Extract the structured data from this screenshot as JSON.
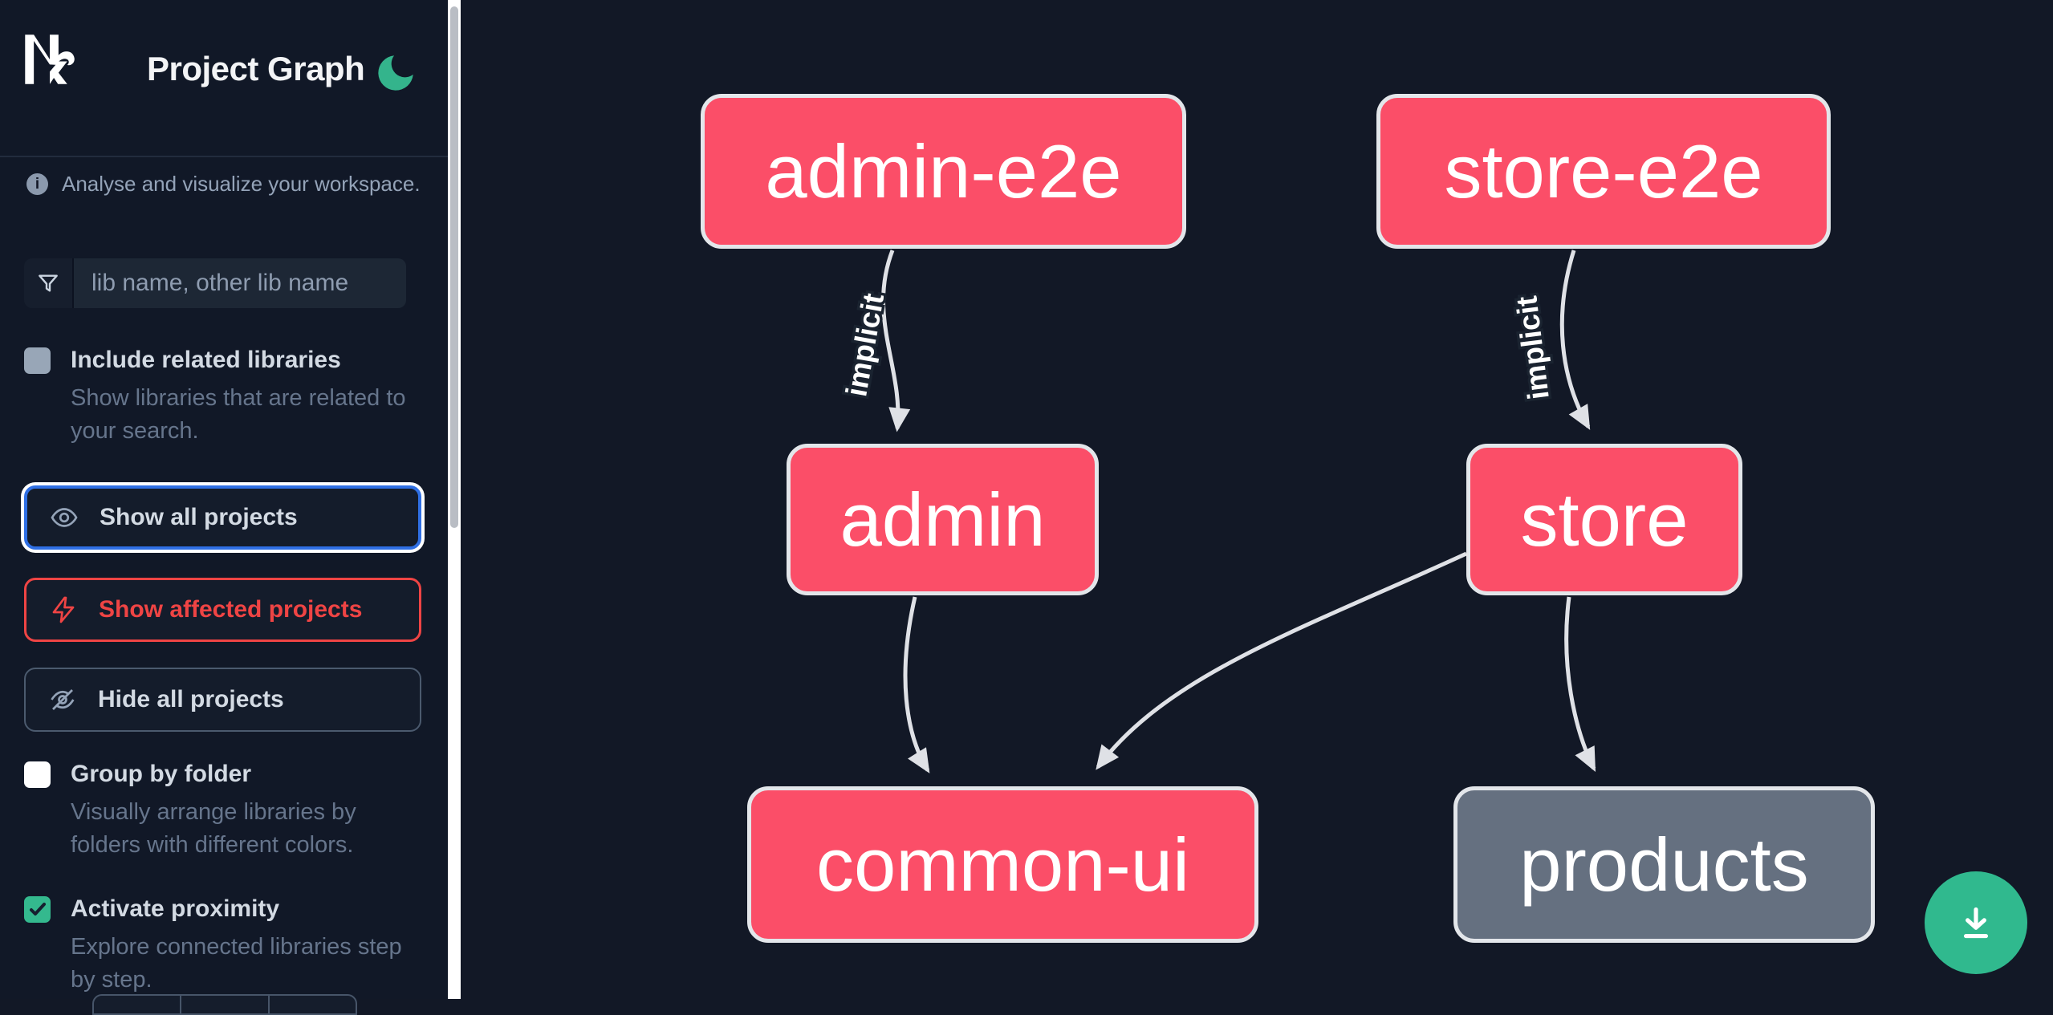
{
  "app": {
    "title": "Project Graph",
    "logo_icon": "nx-logo",
    "theme_toggle_icon": "moon-icon"
  },
  "sidebar": {
    "tagline": "Analyse and visualize your workspace.",
    "search": {
      "icon": "filter-icon",
      "placeholder": "lib name, other lib name",
      "value": ""
    },
    "toggles": [
      {
        "label": "Include related libraries",
        "description": "Show libraries that are related to your search.",
        "checked": false
      },
      {
        "label": "Group by folder",
        "description": "Visually arrange libraries by folders with different colors.",
        "checked": false
      },
      {
        "label": "Activate proximity",
        "description": "Explore connected libraries step by step.",
        "checked": true
      }
    ],
    "actions": [
      {
        "label": "Show all projects",
        "icon": "eye-icon",
        "state": "focused"
      },
      {
        "label": "Show affected projects",
        "icon": "zap-icon",
        "state": "affected"
      },
      {
        "label": "Hide all projects",
        "icon": "eye-off-icon",
        "state": "default"
      }
    ]
  },
  "graph": {
    "nodes": [
      {
        "id": "admin-e2e",
        "label": "admin-e2e",
        "style": "affected"
      },
      {
        "id": "store-e2e",
        "label": "store-e2e",
        "style": "affected"
      },
      {
        "id": "admin",
        "label": "admin",
        "style": "affected"
      },
      {
        "id": "store",
        "label": "store",
        "style": "affected"
      },
      {
        "id": "common-ui",
        "label": "common-ui",
        "style": "affected"
      },
      {
        "id": "products",
        "label": "products",
        "style": "normal"
      }
    ],
    "edges": [
      {
        "from": "admin-e2e",
        "to": "admin",
        "label": "implicit"
      },
      {
        "from": "store-e2e",
        "to": "store",
        "label": "implicit"
      },
      {
        "from": "admin",
        "to": "common-ui",
        "label": ""
      },
      {
        "from": "store",
        "to": "common-ui",
        "label": ""
      },
      {
        "from": "store",
        "to": "products",
        "label": ""
      }
    ]
  },
  "fab": {
    "icon": "download-icon"
  },
  "colors": {
    "background": "#121826",
    "node_affected": "#fb4e68",
    "node_normal": "#657080",
    "node_border": "#e3e6ea",
    "edge": "#dfe1e6",
    "accent_green": "#34b98e",
    "focus_blue": "#2f6fe4",
    "danger_red": "#ef4444"
  }
}
